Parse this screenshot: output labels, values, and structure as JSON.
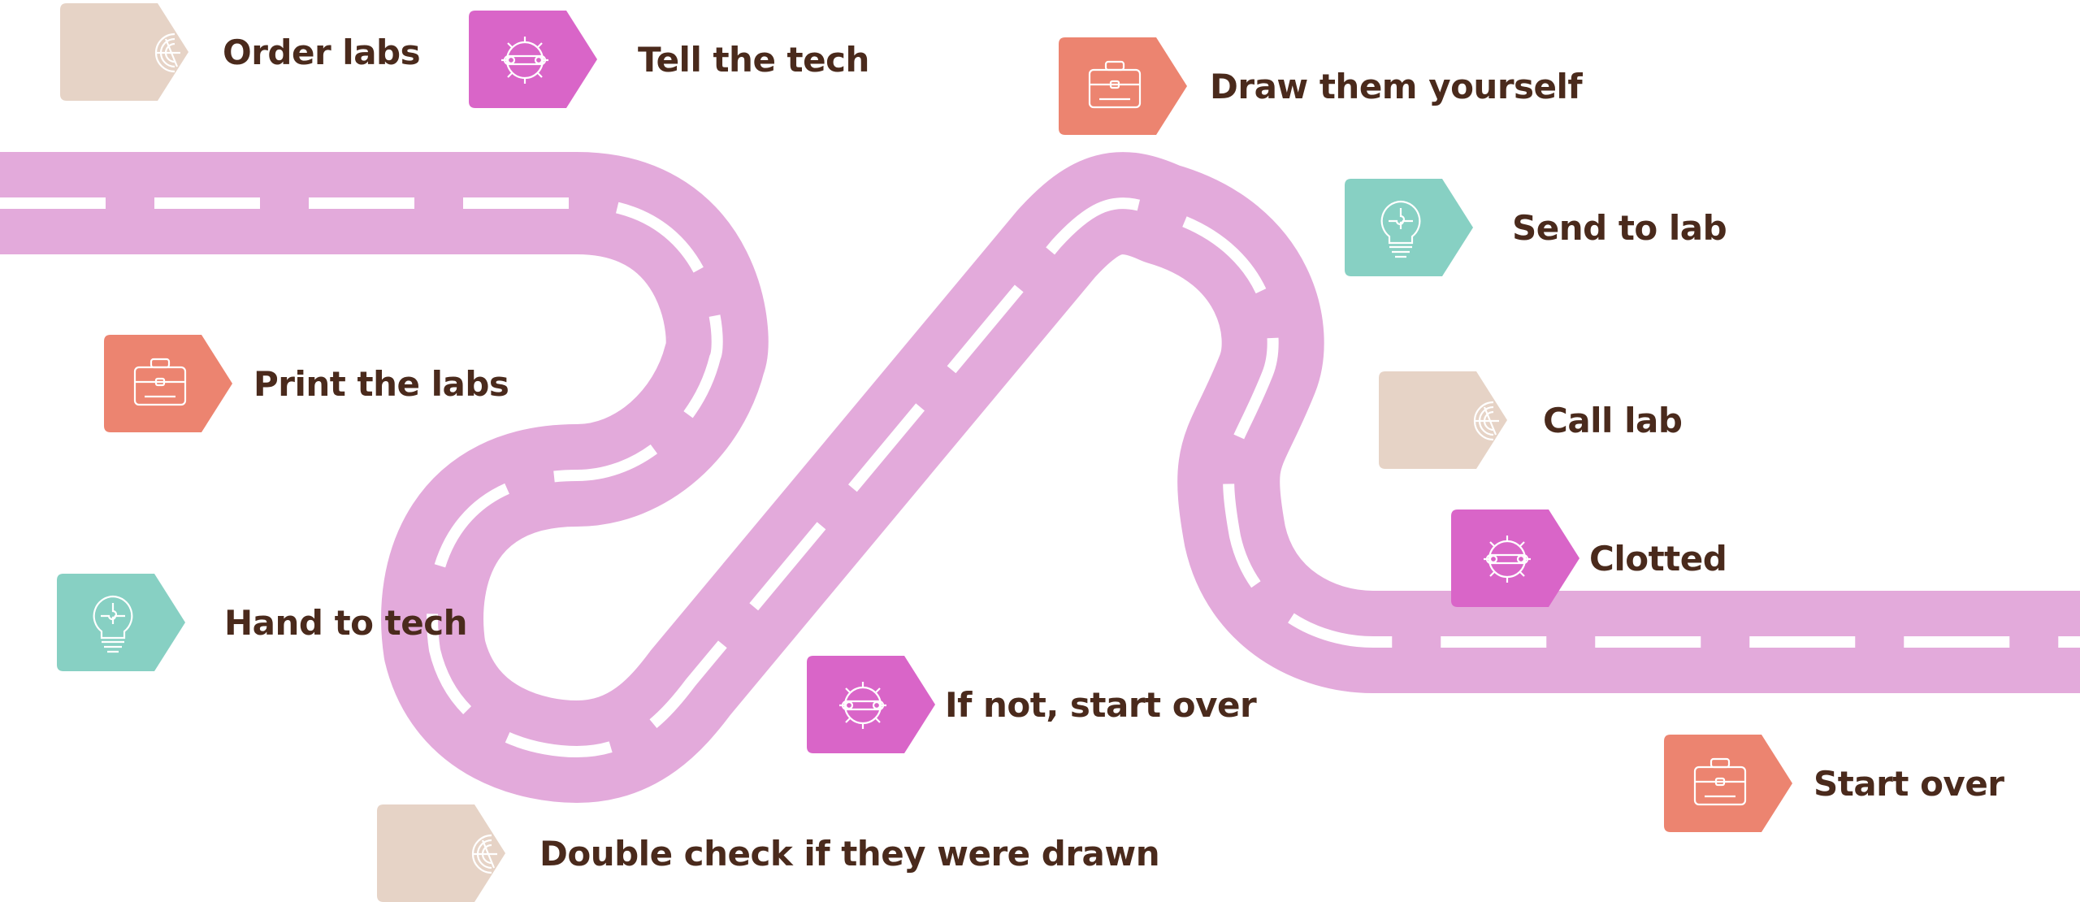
{
  "colors": {
    "road": "#e3aadb",
    "dash": "#ffffff",
    "text": "#4a2a1c",
    "beige": "#e6d3c6",
    "magenta": "#d965c8",
    "coral": "#ec8470",
    "teal": "#87d0c3"
  },
  "steps": [
    {
      "label": "Order labs",
      "color": "beige",
      "icon": "radar-icon"
    },
    {
      "label": "Tell the tech",
      "color": "magenta",
      "icon": "gear-wrench-icon"
    },
    {
      "label": "Draw them yourself",
      "color": "coral",
      "icon": "briefcase-icon"
    },
    {
      "label": "Send to lab",
      "color": "teal",
      "icon": "lightbulb-puzzle-icon"
    },
    {
      "label": "Print the labs",
      "color": "coral",
      "icon": "briefcase-icon"
    },
    {
      "label": "Call lab",
      "color": "beige",
      "icon": "radar-icon"
    },
    {
      "label": "Clotted",
      "color": "magenta",
      "icon": "gear-wrench-icon"
    },
    {
      "label": "Hand to tech",
      "color": "teal",
      "icon": "lightbulb-puzzle-icon"
    },
    {
      "label": "If not, start over",
      "color": "magenta",
      "icon": "gear-wrench-icon"
    },
    {
      "label": "Start over",
      "color": "coral",
      "icon": "briefcase-icon"
    },
    {
      "label": "Double check if they were drawn",
      "color": "beige",
      "icon": "radar-icon"
    }
  ]
}
